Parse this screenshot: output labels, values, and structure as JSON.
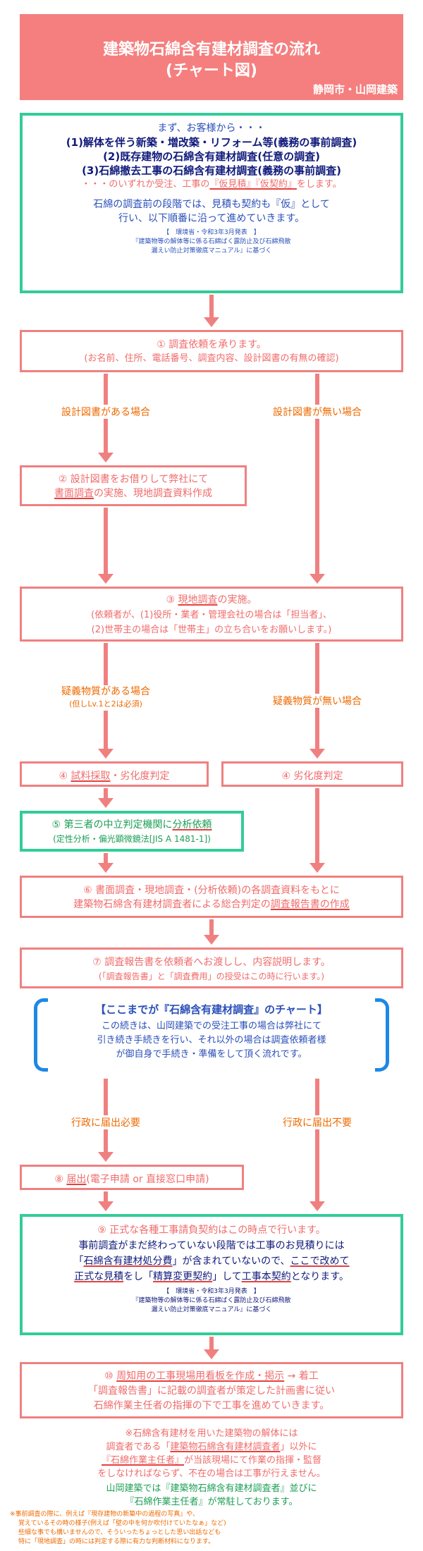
{
  "header": {
    "title_line1": "建築物石綿含有建材調査の流れ",
    "title_line2": "(チャート図)",
    "company": "静岡市・山岡建築",
    "bg_color": "#f57f7f"
  },
  "intro": {
    "lead": "まず、お客様から・・・",
    "items": [
      "(1)解体を伴う新築・増改築・リフォーム等(義務の事前調査)",
      "(2)既存建物の石綿含有建材調査(任意の調査)",
      "(3)石綿撤去工事の石綿含有建材調査(義務の事前調査)"
    ],
    "contract_prefix": "・・・のいずれか受注、工事の",
    "contract_estimate": "『仮見積』",
    "contract_contract": "『仮契約』",
    "contract_suffix": "をします。",
    "note_line1": "石綿の調査前の段階では、見積も契約も『仮』として",
    "note_line2": "行い、以下順番に沿って進めていきます。",
    "source_line1": "【　環境省・令和3年3月発表　】",
    "source_line2": "『建築物等の解体等に係る石綿ばく露防止及び石綿飛散",
    "source_line3": "漏えい防止対策徹底マニュアル』に基づく"
  },
  "step1": {
    "line1": "① 調査依頼を承ります。",
    "line2": "(お名前、住所、電話番号、調査内容、設計図書の有無の確認)"
  },
  "branch1": {
    "left": "設計図書がある場合",
    "right": "設計図書が無い場合"
  },
  "step2": {
    "line1": "② 設計図書をお借りして弊社にて",
    "line2_u": "書面調査",
    "line2_rest": "の実施、現地調査資料作成"
  },
  "step3": {
    "line1_pre": "③ ",
    "line1_u": "現地調査",
    "line1_post": "の実施。",
    "line2": "(依頼者が、(1)役所・業者・管理会社の場合は「担当者」、",
    "line3": "(2)世帯主の場合は「世帯主」の立ち合いをお願いします。)"
  },
  "branch2": {
    "left": "疑義物質がある場合",
    "left_sub": "(但しLv.1と2は必須)",
    "right": "疑義物質が無い場合"
  },
  "step4a": {
    "pre": "④ ",
    "u": "試料採取",
    "post": "・劣化度判定"
  },
  "step4b": {
    "text": "④ 劣化度判定"
  },
  "step5": {
    "line1_pre": "⑤ 第三者の中立判定機関に",
    "line1_u": "分析依頼",
    "line2": "(定性分析・偏光顕微鏡法[JIS A 1481-1])"
  },
  "step6": {
    "line1": "⑥ 書面調査・現地調査・(分析依頼)の各調査資料をもとに",
    "line2_pre": "建築物石綿含有建材調査者による総合判定の",
    "line2_u": "調査報告書の作成"
  },
  "step7": {
    "line1": "⑦ 調査報告書を依頼者へお渡しし、内容説明します。",
    "line2": "(「調査報告書」と「調査費用」の授受はこの時に行います。)"
  },
  "summary": {
    "title": "【ここまでが『石綿含有建材調査』のチャート】",
    "line1": "この続きは、山岡建築での受注工事の場合は弊社にて",
    "line2": "引き続き手続きを行い、それ以外の場合は調査依頼者様",
    "line3": "が御自身で手続き・準備をして頂く流れです。"
  },
  "branch3": {
    "left": "行政に届出必要",
    "right": "行政に届出不要"
  },
  "step8": {
    "pre": "⑧ ",
    "u": "届出",
    "post": "(電子申請 or 直接窓口申請)"
  },
  "step9": {
    "line1": "⑨ 正式な各種工事請負契約はこの時点で行います。",
    "line2": "事前調査がまだ終わっていない段階では工事のお見積りには",
    "line3_pre": "「",
    "line3_u": "石綿含有建材処分費",
    "line3_mid": "」が含まれていないので、",
    "line3_u2": "ここで改めて",
    "line4_u": "正式な見積",
    "line4_mid": "をし「",
    "line4_u2": "精算変更契約",
    "line4_mid2": "」して",
    "line4_u3": "工事本契約",
    "line4_post": "となります。",
    "source_line1": "【　環境省・令和3年3月発表　】",
    "source_line2": "『建築物等の解体等に係る石綿ばく露防止及び石綿飛散",
    "source_line3": "漏えい防止対策徹底マニュアル』に基づく"
  },
  "step10": {
    "line1_pre": "⑩ ",
    "line1_u": "周知用の工事現場用看板を作成・掲示",
    "line1_post": " → 着工",
    "line2": "「調査報告書」に記載の調査者が策定した計画書に従い",
    "line3": "石綿作業主任者の指揮の下で工事を進めていきます。"
  },
  "footer": {
    "line1": "※石綿含有建材を用いた建築物の解体には",
    "line2_pre": "調査者である「",
    "line2_u": "建築物石綿含有建材調査者",
    "line2_post": "」以外に",
    "line3_u": "『石綿作業主任者』",
    "line3_post": "が当該現場にて作業の指揮・監督",
    "line4": "をしなければならず、不在の場合は工事が行えません。",
    "line5": "山岡建築では『建築物石綿含有建材調査者』並びに",
    "line6": "『石綿作業主任者』が常駐しております。",
    "note1": "※事前調査の際に、例えば『現存建物の新築中の過程の写真』や、",
    "note2": "覚えているその時の様子(例えば「壁の中を何か吹付けていたなぁ」など)",
    "note3": "些細な事でも構いませんので、そういったちょっとした思い出話なども",
    "note4": "特に「現地調査」の時には判定する際に有力な判断材料になります。"
  },
  "colors": {
    "pink": "#f08080",
    "green": "#33cc99",
    "orange": "#ee6a00",
    "blue": "#2a4fb8",
    "navy": "#101a7a",
    "bracket_blue": "#1e88e5"
  }
}
